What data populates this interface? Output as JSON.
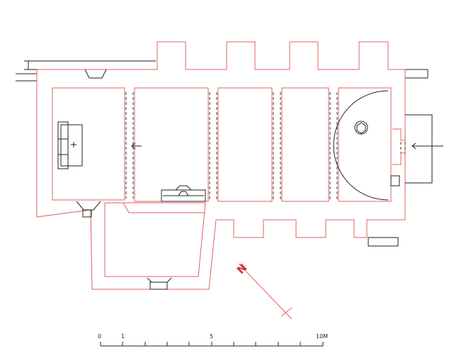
{
  "north_label": "N",
  "colors": {
    "walls": "#e0605a",
    "fixtures": "#222222",
    "north": "#d2322d"
  },
  "scale_bar": {
    "labels": [
      "0",
      "1",
      "5",
      "10M"
    ]
  }
}
